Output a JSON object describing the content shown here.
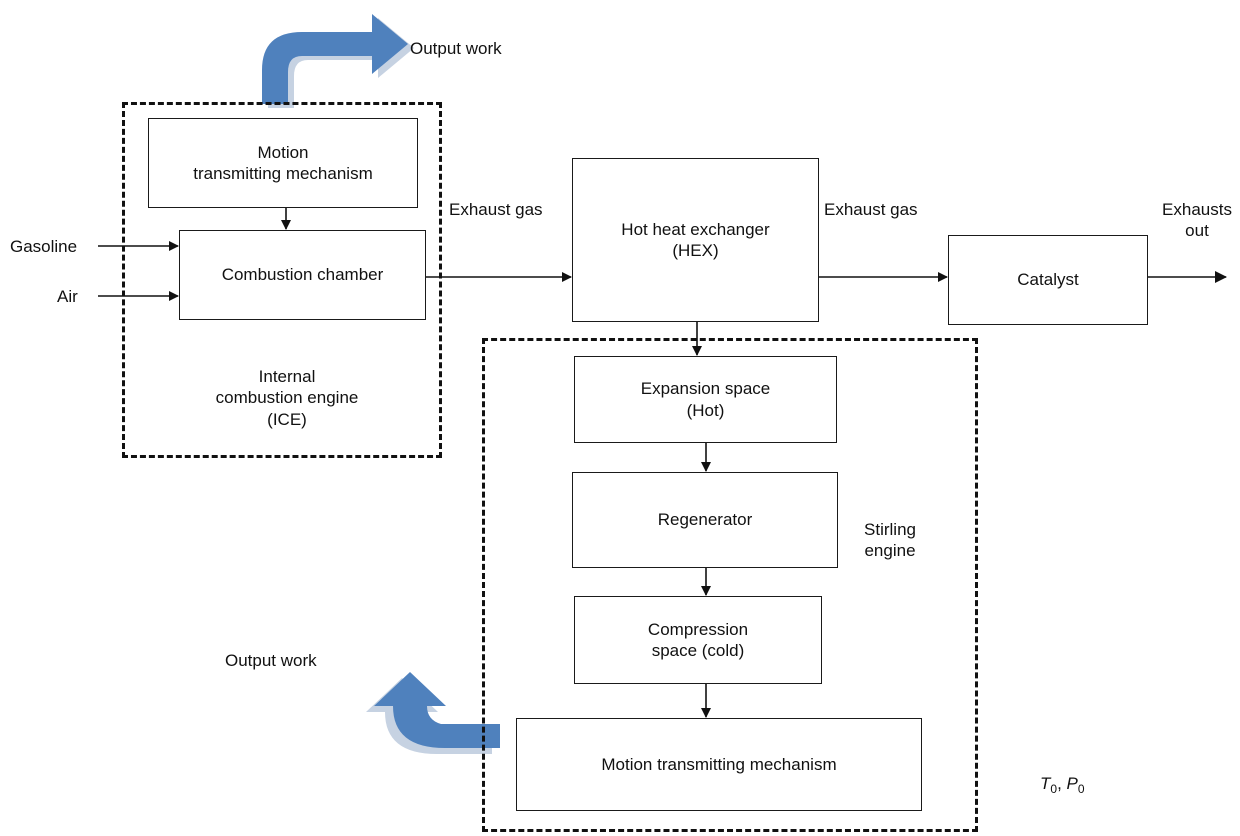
{
  "output_work_top": "Output work",
  "output_work_bottom": "Output work",
  "ice": {
    "motion_line1": "Motion",
    "motion_line2": "transmitting mechanism",
    "combustion": "Combustion chamber",
    "label_line1": "Internal",
    "label_line2": "combustion engine",
    "label_line3": "(ICE)"
  },
  "inputs": {
    "gasoline": "Gasoline",
    "air": "Air"
  },
  "exhaust_gas_1": "Exhaust gas",
  "exhaust_gas_2": "Exhaust gas",
  "hex": {
    "line1": "Hot heat exchanger",
    "line2": "(HEX)"
  },
  "catalyst": "Catalyst",
  "exhausts_out": {
    "line1": "Exhausts",
    "line2": "out"
  },
  "stirling": {
    "expansion_line1": "Expansion space",
    "expansion_line2": "(Hot)",
    "regenerator": "Regenerator",
    "compression_line1": "Compression",
    "compression_line2": "space (cold)",
    "motion": "Motion transmitting mechanism",
    "label_line1": "Stirling",
    "label_line2": "engine"
  },
  "ambient": {
    "t_symbol": "T",
    "t_sub": "0",
    "sep": ", ",
    "p_symbol": "P",
    "p_sub": "0"
  },
  "colors": {
    "work_arrow": "#4f81bd",
    "work_arrow_shadow": "#c6d2e2",
    "line": "#111111"
  }
}
